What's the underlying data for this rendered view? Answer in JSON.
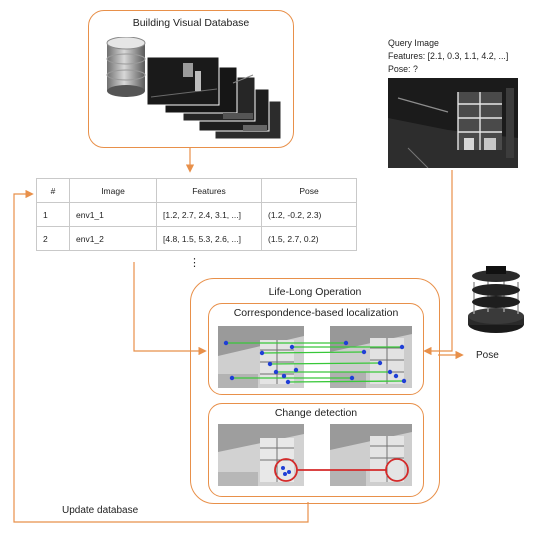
{
  "database_panel": {
    "title": "Building Visual Database"
  },
  "query": {
    "title": "Query Image",
    "features": "Features: [2.1, 0.3, 1.1, 4.2, ...]",
    "pose": "Pose: ?"
  },
  "table": {
    "headers": [
      "#",
      "Image",
      "Features",
      "Pose"
    ],
    "rows": [
      [
        "1",
        "env1_1",
        "[1.2, 2.7, 2.4, 3.1, ...]",
        "(1.2, -0.2, 2.3)"
      ],
      [
        "2",
        "env1_2",
        "[4.8, 1.5, 5.3, 2.6, ...]",
        "(1.5, 2.7, 0.2)"
      ]
    ],
    "ellipsis": "⋮"
  },
  "lifelong": {
    "title": "Life-Long Operation",
    "localization_title": "Correspondence-based  localization",
    "change_title": "Change detection"
  },
  "labels": {
    "pose_output": "Pose",
    "update_database": "Update database"
  },
  "colors": {
    "panel_border": "#e8904a",
    "match_line": "#39c83a",
    "change_ring": "#d42a2a",
    "feature_point": "#1f3fd6"
  },
  "icons": [
    "database-icon",
    "robot-icon"
  ]
}
